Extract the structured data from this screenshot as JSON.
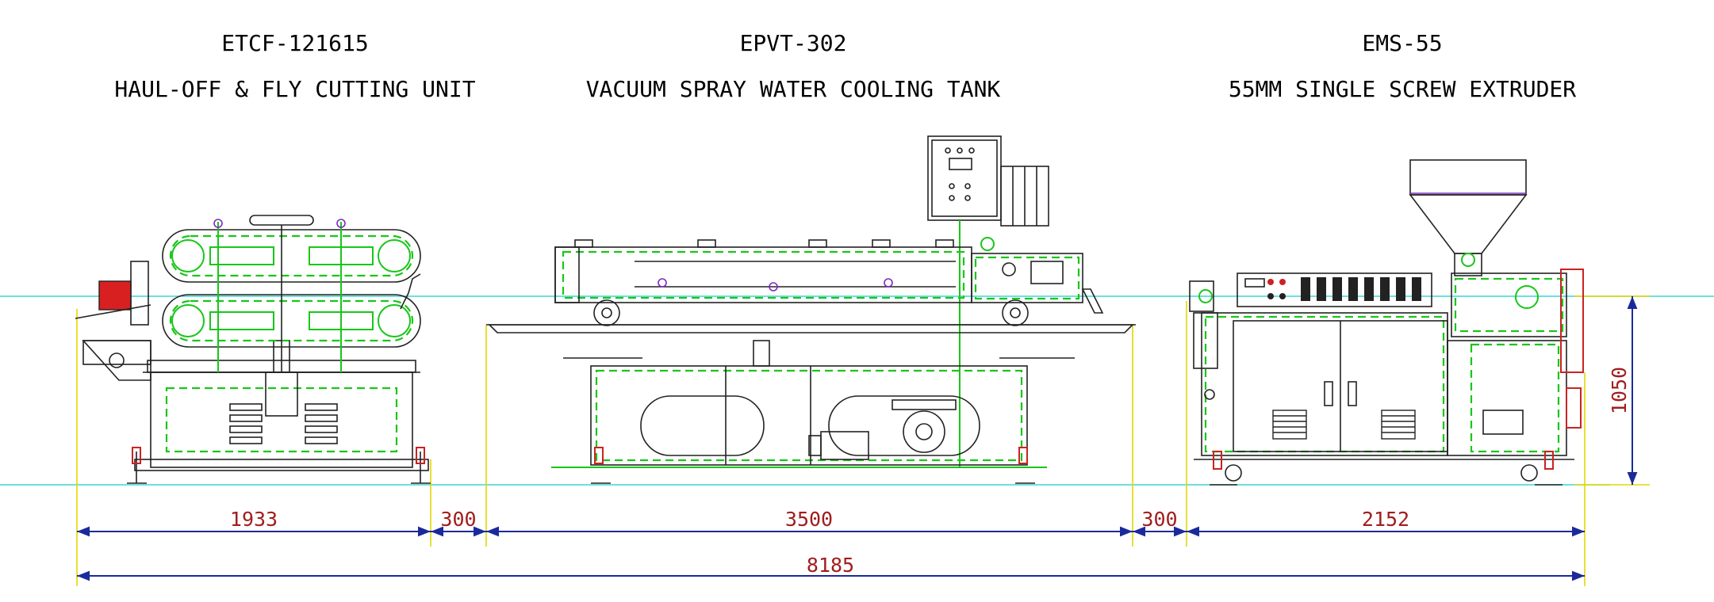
{
  "units": [
    {
      "model": "ETCF-121615",
      "description": "HAUL-OFF & FLY CUTTING UNIT"
    },
    {
      "model": "EPVT-302",
      "description": "VACUUM SPRAY WATER COOLING TANK"
    },
    {
      "model": "EMS-55",
      "description": "55MM SINGLE SCREW EXTRUDER"
    }
  ],
  "dimensions": {
    "haul_off_length": "1933",
    "gap_1": "300",
    "tank_length": "3500",
    "gap_2": "300",
    "extruder_length": "2152",
    "total_length": "8185",
    "extruder_height": "1050"
  },
  "colors": {
    "outline": "#222222",
    "construction": "#19c619",
    "centerline": "#3cd6d6",
    "extension": "#e2d800",
    "dimension_line": "#1a2a9c",
    "dimension_text": "#a11d1d"
  }
}
